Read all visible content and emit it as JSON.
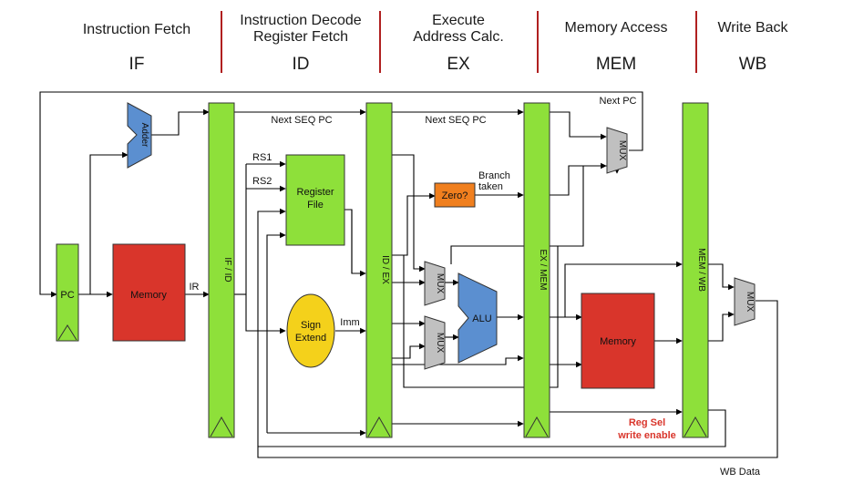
{
  "stages": [
    {
      "title_lines": [
        "Instruction Fetch"
      ],
      "abbr": "IF"
    },
    {
      "title_lines": [
        "Instruction Decode",
        "Register Fetch"
      ],
      "abbr": "ID"
    },
    {
      "title_lines": [
        "Execute",
        "Address Calc."
      ],
      "abbr": "EX"
    },
    {
      "title_lines": [
        "Memory Access"
      ],
      "abbr": "MEM"
    },
    {
      "title_lines": [
        "Write Back"
      ],
      "abbr": "WB"
    }
  ],
  "blocks": {
    "pc": "PC",
    "instr_memory": "Memory",
    "adder": "Adder",
    "if_id": "IF / ID",
    "register_file": [
      "Register",
      "File"
    ],
    "sign_extend": [
      "Sign",
      "Extend"
    ],
    "id_ex": "ID / EX",
    "zero": "Zero?",
    "mux_a": "MUX",
    "mux_b": "MUX",
    "alu": "ALU",
    "ex_mem": "EX / MEM",
    "data_memory": "Memory",
    "mux_pc": "MUX",
    "mem_wb": "MEM / WB",
    "mux_wb": "MUX"
  },
  "labels": {
    "ir": "IR",
    "rs1": "RS1",
    "rs2": "RS2",
    "imm": "Imm",
    "next_seq_pc_1": "Next SEQ PC",
    "next_seq_pc_2": "Next SEQ PC",
    "next_pc": "Next PC",
    "branch_taken": [
      "Branch",
      "taken"
    ],
    "reg_sel": "Reg Sel",
    "write_enable": "write enable",
    "wb_data": "WB Data"
  },
  "colors": {
    "pipeline_register": "#8ee03a",
    "memory": "#d9352b",
    "adder": "#5b8fd0",
    "alu": "#5b8fd0",
    "mux": "#c0c0c0",
    "zero": "#f07f1e",
    "sign_extend": "#f4d11b",
    "register_file": "#8ee03a",
    "stage_divider": "#b02020",
    "control_label": "#d9352b"
  }
}
